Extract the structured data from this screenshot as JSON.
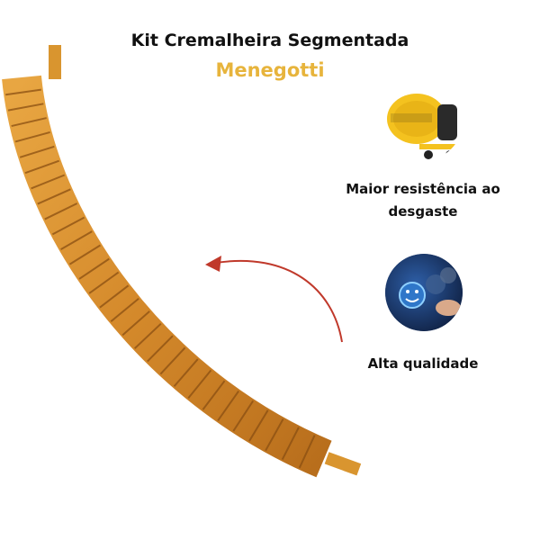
{
  "header": {
    "title": "Kit Cremalheira Segmentada",
    "brand": "Menegotti"
  },
  "features": [
    {
      "line1": "Maior resistência ao",
      "line2": "desgaste",
      "icon": "mixer-motor-icon"
    },
    {
      "line1": "Alta qualidade",
      "icon": "smiley-rating-icon"
    }
  ],
  "colors": {
    "brand": "#e7b43c",
    "rack": "#d48a2a",
    "arrow": "#c0392b"
  }
}
